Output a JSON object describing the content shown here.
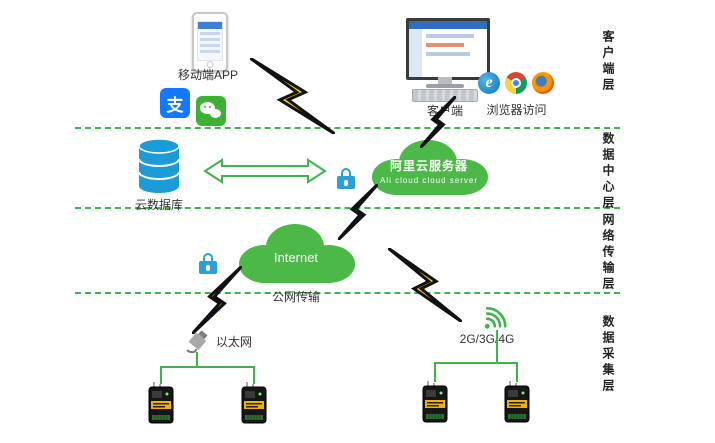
{
  "layers": [
    {
      "label": "客户端层"
    },
    {
      "label": "数据中心层"
    },
    {
      "label": "网络传输层"
    },
    {
      "label": "数据采集层"
    }
  ],
  "nodes": {
    "mobile_app": "移动端APP",
    "client": "客户端",
    "browser_access": "浏览器访问",
    "cloud_database": "云数据库",
    "ali_cloud_cn": "阿里云服务器",
    "ali_cloud_en": "Ali cloud cloud server",
    "internet": "Internet",
    "public_network": "公网传输",
    "ethernet": "以太网",
    "cellular": "2G/3G/4G"
  },
  "glyphs": {
    "alipay": "支",
    "ie": "e"
  },
  "colors": {
    "line_green": "#3cb54a",
    "cloud_green": "#4cb848",
    "lightning_yellow": "#ffd800",
    "lock_blue": "#2a9fd8",
    "database_blue": "#1b9bd8",
    "alipay_blue": "#1677ff",
    "wechat_green": "#3eb134"
  }
}
